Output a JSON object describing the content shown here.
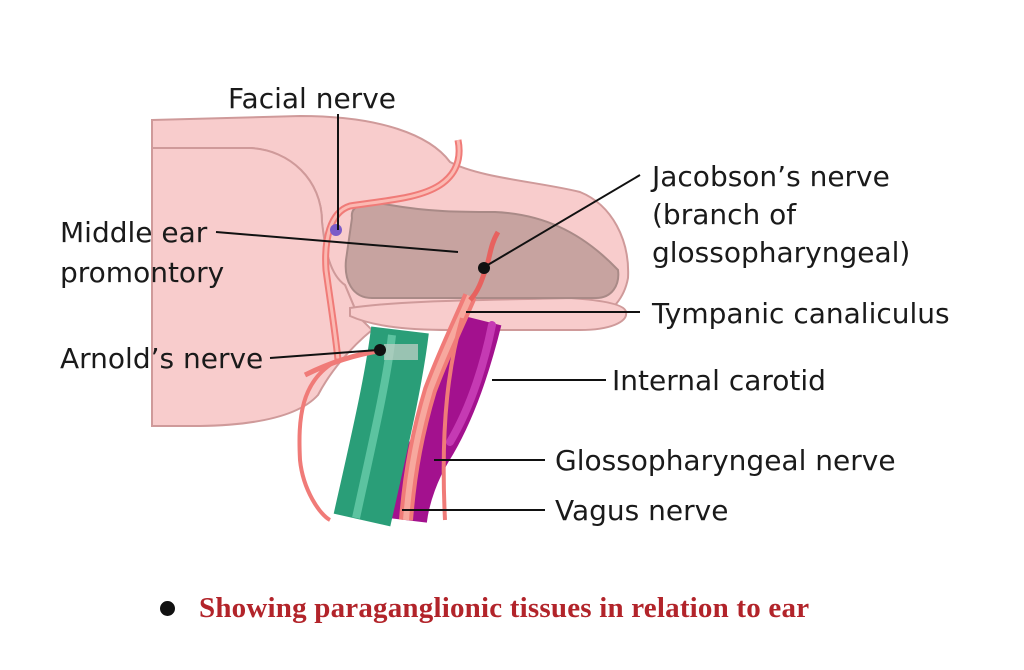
{
  "labels": {
    "facial_nerve": "Facial nerve",
    "middle_ear_line1": "Middle ear",
    "middle_ear_line2": "promontory",
    "arnolds_nerve": "Arnold’s nerve",
    "jacobson_line1": "Jacobson’s nerve",
    "jacobson_line2": "(branch of",
    "jacobson_line3": "glossopharyngeal)",
    "tympanic_canaliculus": "Tympanic canaliculus",
    "internal_carotid": "Internal carotid",
    "glossopharyngeal_nerve": "Glossopharyngeal nerve",
    "vagus_nerve": "Vagus nerve"
  },
  "caption": {
    "text": "Showing paraganglionic tissues in relation to ear"
  },
  "colors": {
    "bone": "#f8cccc",
    "bone_outline": "#cf9a9a",
    "promontory": "#c7a3a0",
    "vagus": "#2a9e78",
    "carotid": "#a3118e",
    "nerve": "#f07b78",
    "caption": "#b2242a"
  }
}
